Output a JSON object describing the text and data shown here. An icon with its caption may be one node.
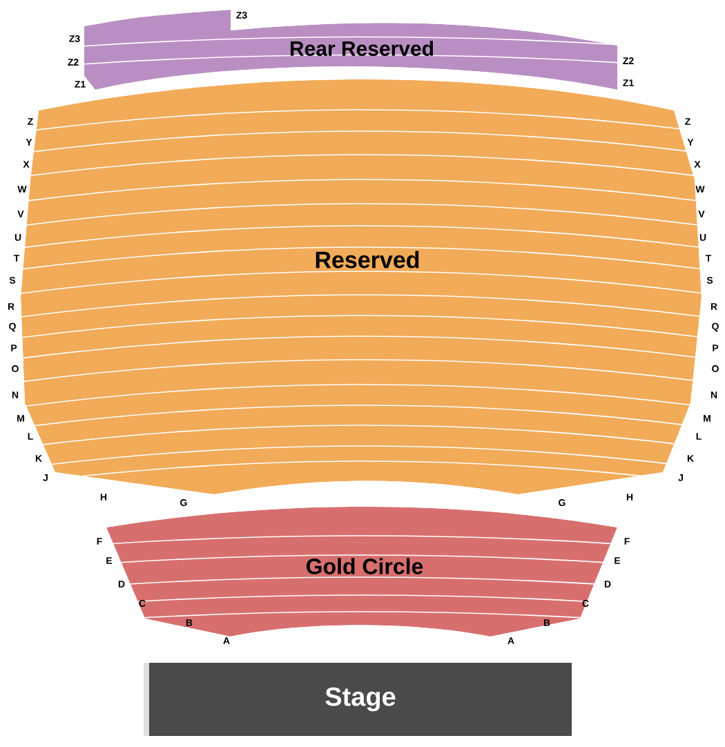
{
  "diagram": {
    "nodes": [
      {
        "text": [
          "Rear Reserved"
        ]
      },
      {
        "text": [
          "Reserved"
        ]
      },
      {
        "text": [
          "Gold Circle"
        ]
      },
      {
        "text": [
          "Stage"
        ]
      }
    ],
    "labels": [
      "Z3",
      "Z3",
      "Z2",
      "Z2",
      "Z1",
      "Z1",
      "Z",
      "Z",
      "Y",
      "Y",
      "X",
      "X",
      "W",
      "W",
      "V",
      "V",
      "U",
      "U",
      "T",
      "T",
      "S",
      "S",
      "R",
      "R",
      "Q",
      "Q",
      "P",
      "P",
      "O",
      "O",
      "N",
      "N",
      "M",
      "M",
      "L",
      "L",
      "K",
      "K",
      "J",
      "J",
      "H",
      "H",
      "G",
      "G",
      "F",
      "F",
      "E",
      "E",
      "D",
      "D",
      "C",
      "C",
      "B",
      "B",
      "A",
      "A"
    ]
  }
}
